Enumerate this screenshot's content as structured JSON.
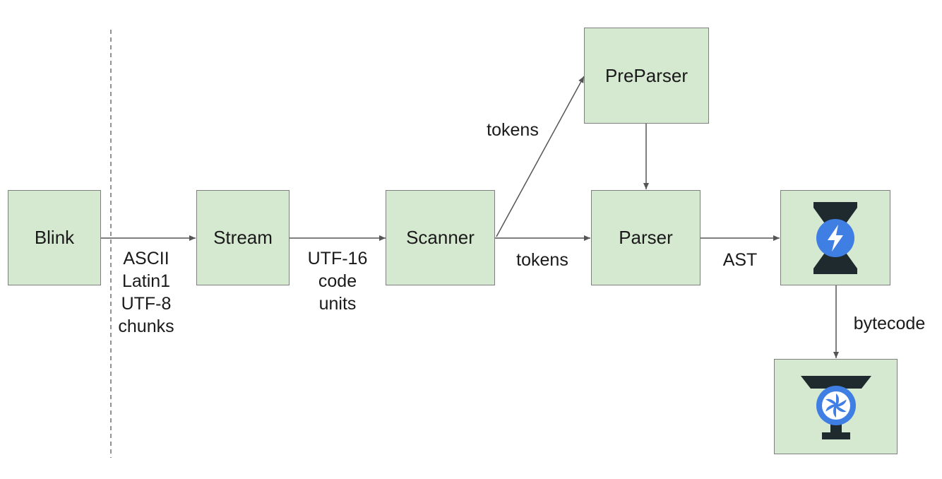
{
  "nodes": {
    "blink": "Blink",
    "stream": "Stream",
    "scanner": "Scanner",
    "preparser": "PreParser",
    "parser": "Parser",
    "ignition_icon": "ignition-logo-icon",
    "turbofan_icon": "turbofan-logo-icon"
  },
  "edges": {
    "blink_stream": [
      "ASCII",
      "Latin1",
      "UTF-8",
      "chunks"
    ],
    "stream_scanner": [
      "UTF-16",
      "code",
      "units"
    ],
    "scanner_preparser": "tokens",
    "scanner_parser": "tokens",
    "parser_ignition": "AST",
    "ignition_turbofan": "bytecode"
  },
  "colors": {
    "box_fill": "#d5e8d0",
    "box_border": "#7f7f7f",
    "arrow": "#555555",
    "logo_blue": "#3f7fe3",
    "logo_dark": "#1f2a2e"
  }
}
